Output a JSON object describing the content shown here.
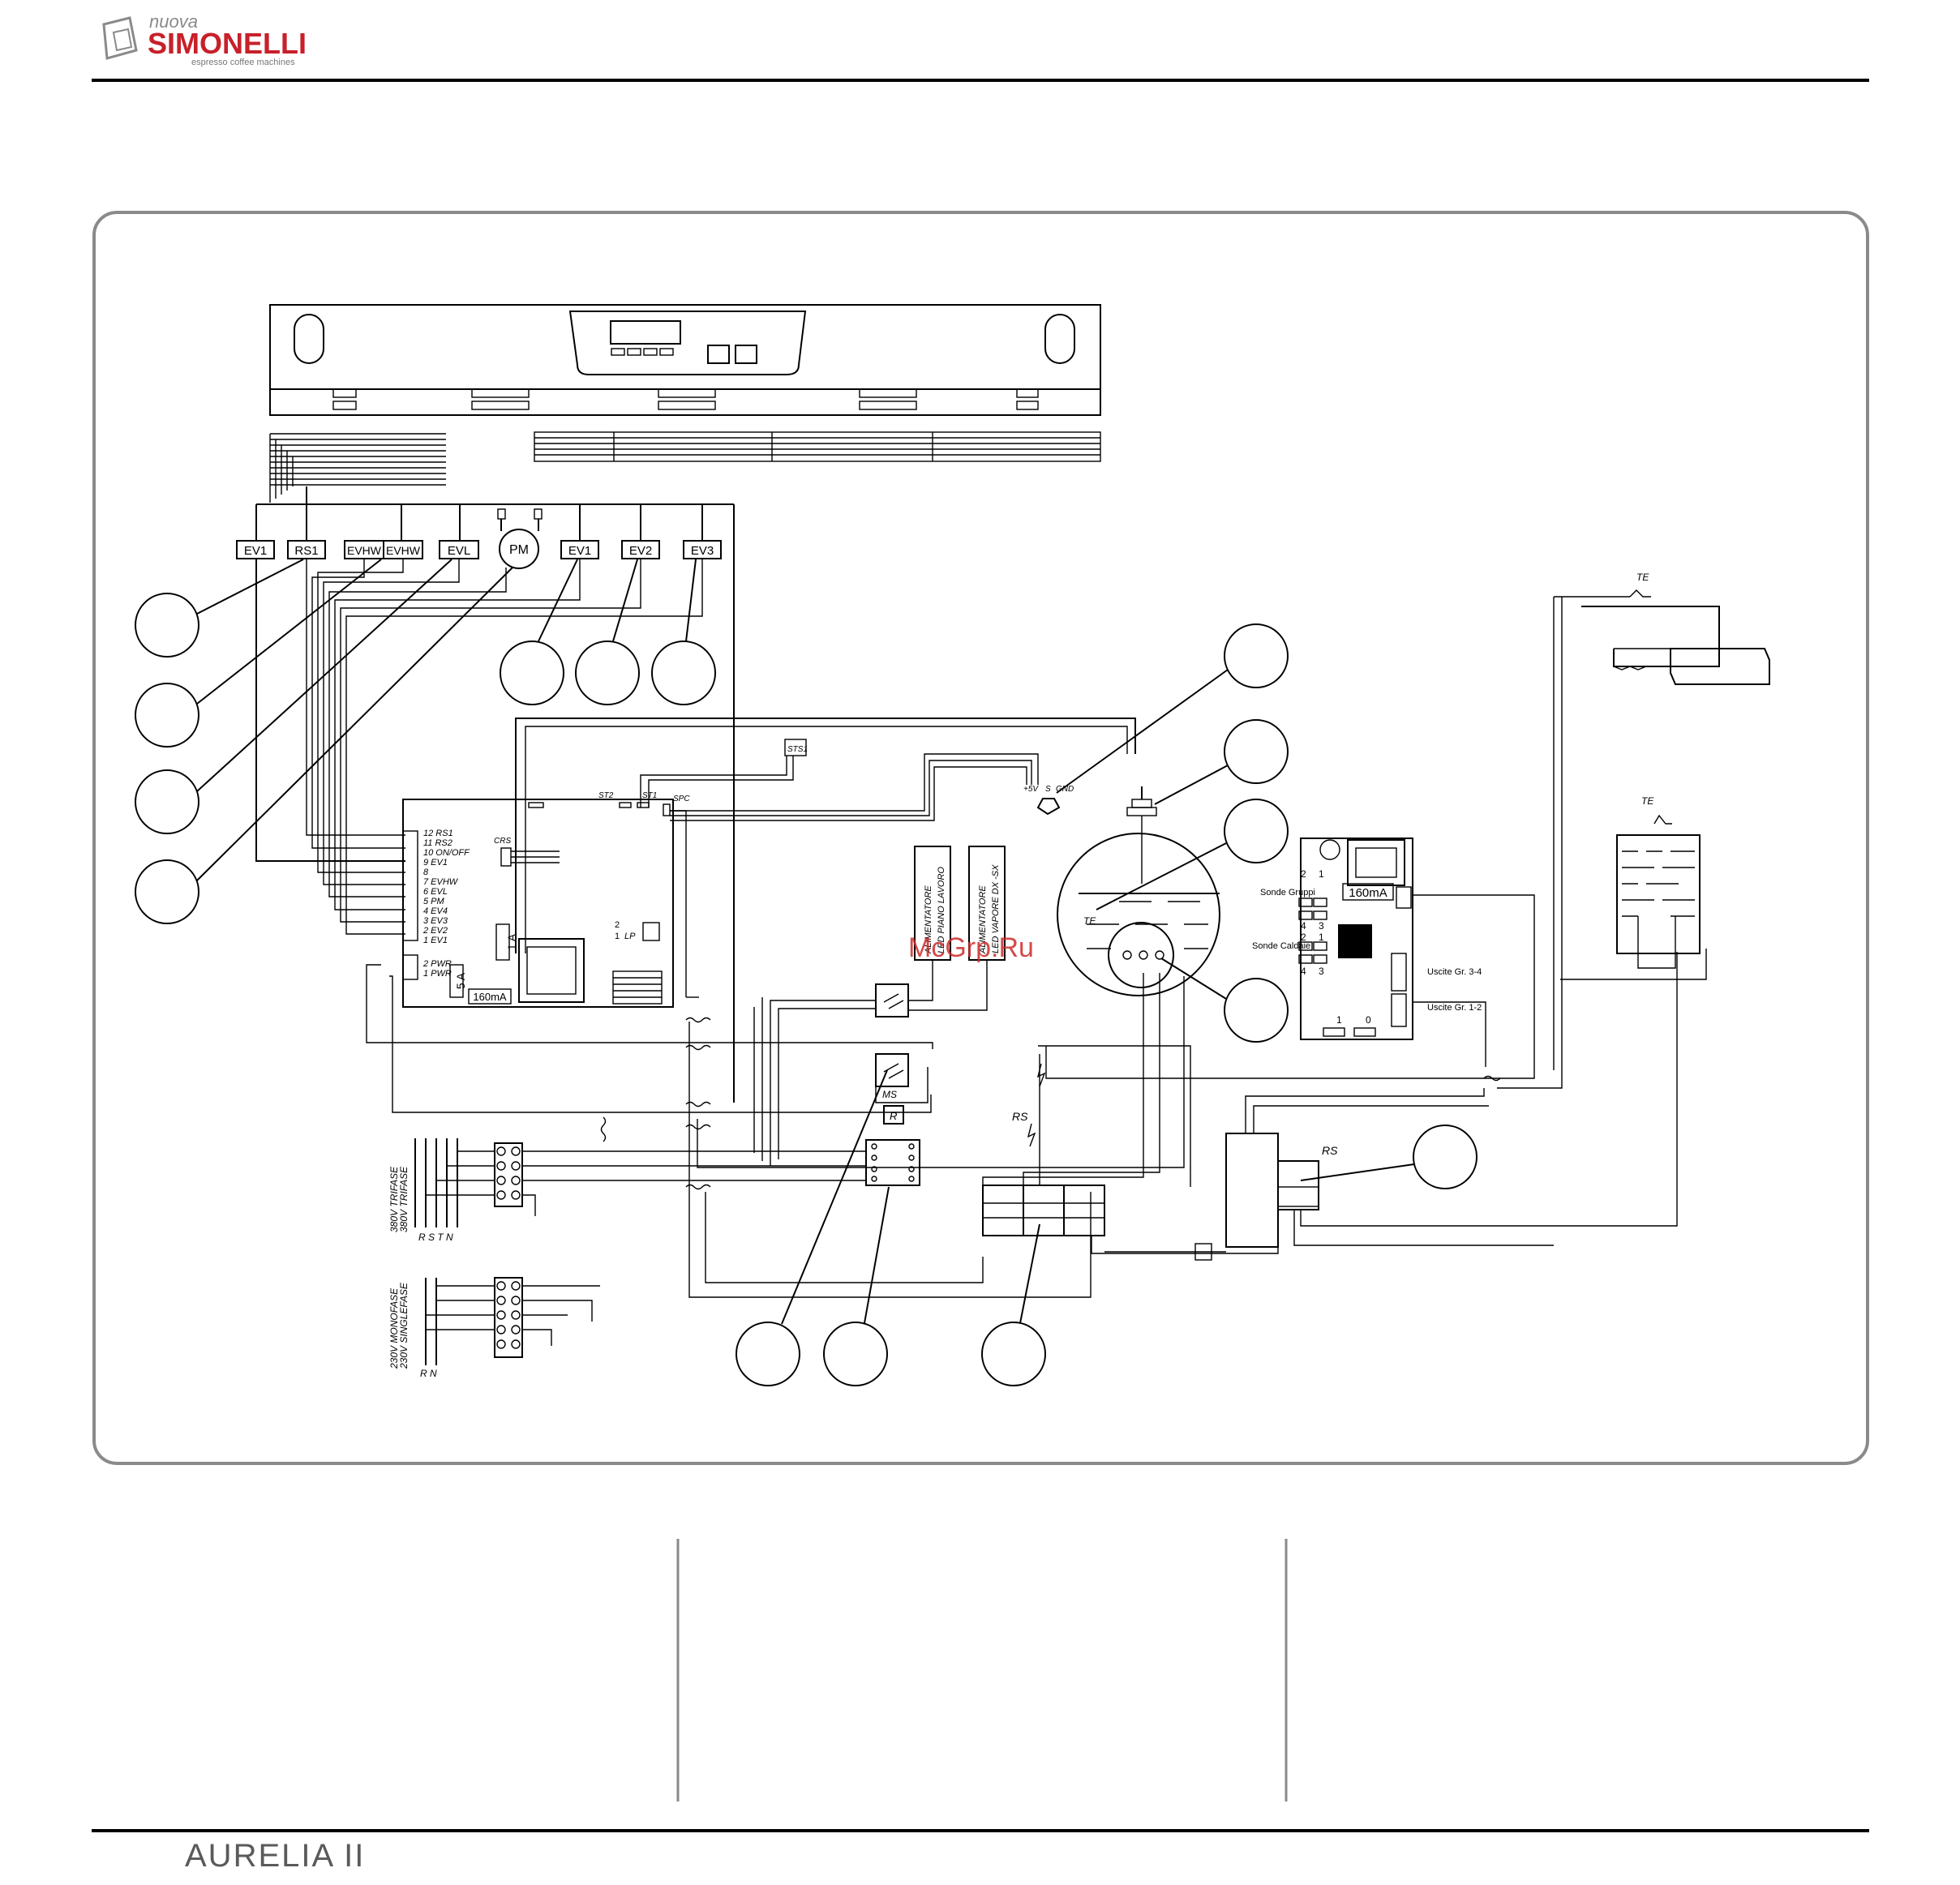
{
  "header": {
    "brand_prefix": "nuova",
    "brand_name": "SIMONELLI",
    "brand_tagline": "espresso coffee machines"
  },
  "footer": {
    "model": "AURELIA II"
  },
  "watermark": "McGrp.Ru",
  "colors": {
    "brand_red": "#c8202a",
    "frame_grey": "#8a8a8a",
    "footer_text": "#5a5a5a",
    "watermark_red": "#cc2a2a"
  },
  "labels": {
    "ev1": "EV1",
    "rs1": "RS1",
    "evhw": "EVHW",
    "evl": "EVL",
    "pm": "PM",
    "ev2": "EV2",
    "ev3": "EV3",
    "sts1": "STS1",
    "st1": "ST1",
    "st2": "ST2",
    "spc": "SPC",
    "crs": "CRS",
    "fuse_1a": "1 A",
    "fuse_5a": "5 A",
    "fuse_160": "160mA",
    "lp": "LP",
    "lp_num": "2",
    "lp_num2": "1",
    "te": "TE",
    "rs": "RS",
    "ms": "MS",
    "r": "R",
    "plus5": "+5V",
    "s": "S",
    "gnd": "GND",
    "sonde_gruppi": "Sonde Gruppi",
    "sonde_caldaie": "Sonde Caldaie",
    "uscite_34": "Uscite Gr. 3-4",
    "uscite_12": "Uscite Gr. 1-2",
    "one": "1",
    "zero": "0",
    "alim1": "ALIMENTATORE",
    "alim1b": "LED PIANO LAVORO",
    "alim2": "ALIMENTATORE",
    "alim2b": "LED VAPORE DX -SX",
    "trifase1": "380V TRIFASE",
    "trifase2": "380V TRIFASE",
    "mono1": "230V MONOFASE",
    "mono2": "230V SINGLEFASE",
    "phases3": "R S T N",
    "phases1": "R N"
  },
  "terminal_block": [
    "12 RS1",
    "11 RS2",
    "10 ON/OFF",
    "9 EV1",
    "8",
    "7 EVHW",
    "6 EVL",
    "5 PM",
    "4 EV4",
    "3 EV3",
    "2 EV2",
    "1 EV1"
  ],
  "power_block": [
    "2 PWR",
    "1 PWR"
  ],
  "connector_numbers": {
    "a": [
      "2",
      "1"
    ],
    "b": [
      "4",
      "3"
    ]
  }
}
